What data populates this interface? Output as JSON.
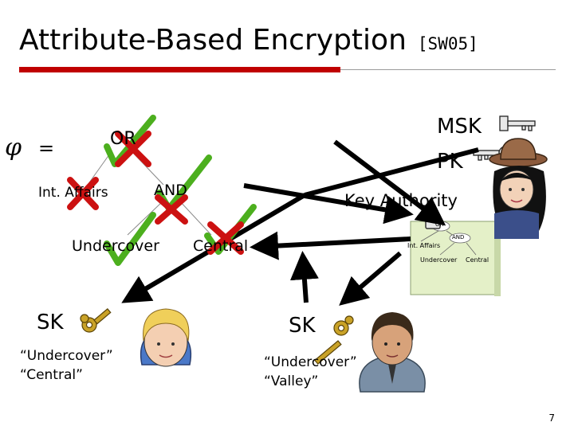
{
  "slide": {
    "title": "Attribute-Based Encryption",
    "citation": "[SW05]",
    "page_number": "7"
  },
  "policy_tree": {
    "symbol": "φ",
    "equals": "=",
    "root": "OR",
    "left_leaf": "Int. Affairs",
    "and_node": "AND",
    "and_left": "Undercover",
    "and_right": "Central"
  },
  "authority": {
    "msk_label": "MSK",
    "pk_label": "PK",
    "name": "Key Authority",
    "doc_tree": {
      "root": "OR",
      "left_leaf": "Int. Affairs",
      "and_node": "AND",
      "and_left": "Undercover",
      "and_right": "Central"
    }
  },
  "user_left": {
    "sk_label": "SK",
    "attr1": "“Undercover”",
    "attr2": "“Central”"
  },
  "user_right": {
    "sk_label": "SK",
    "attr1": "“Undercover”",
    "attr2": "“Valley”"
  },
  "colors": {
    "accent_red": "#c00000",
    "check_green": "#4caf1e",
    "cross_red": "#cc1111",
    "key_gold": "#c9a227",
    "document": "#e4f0c8"
  }
}
